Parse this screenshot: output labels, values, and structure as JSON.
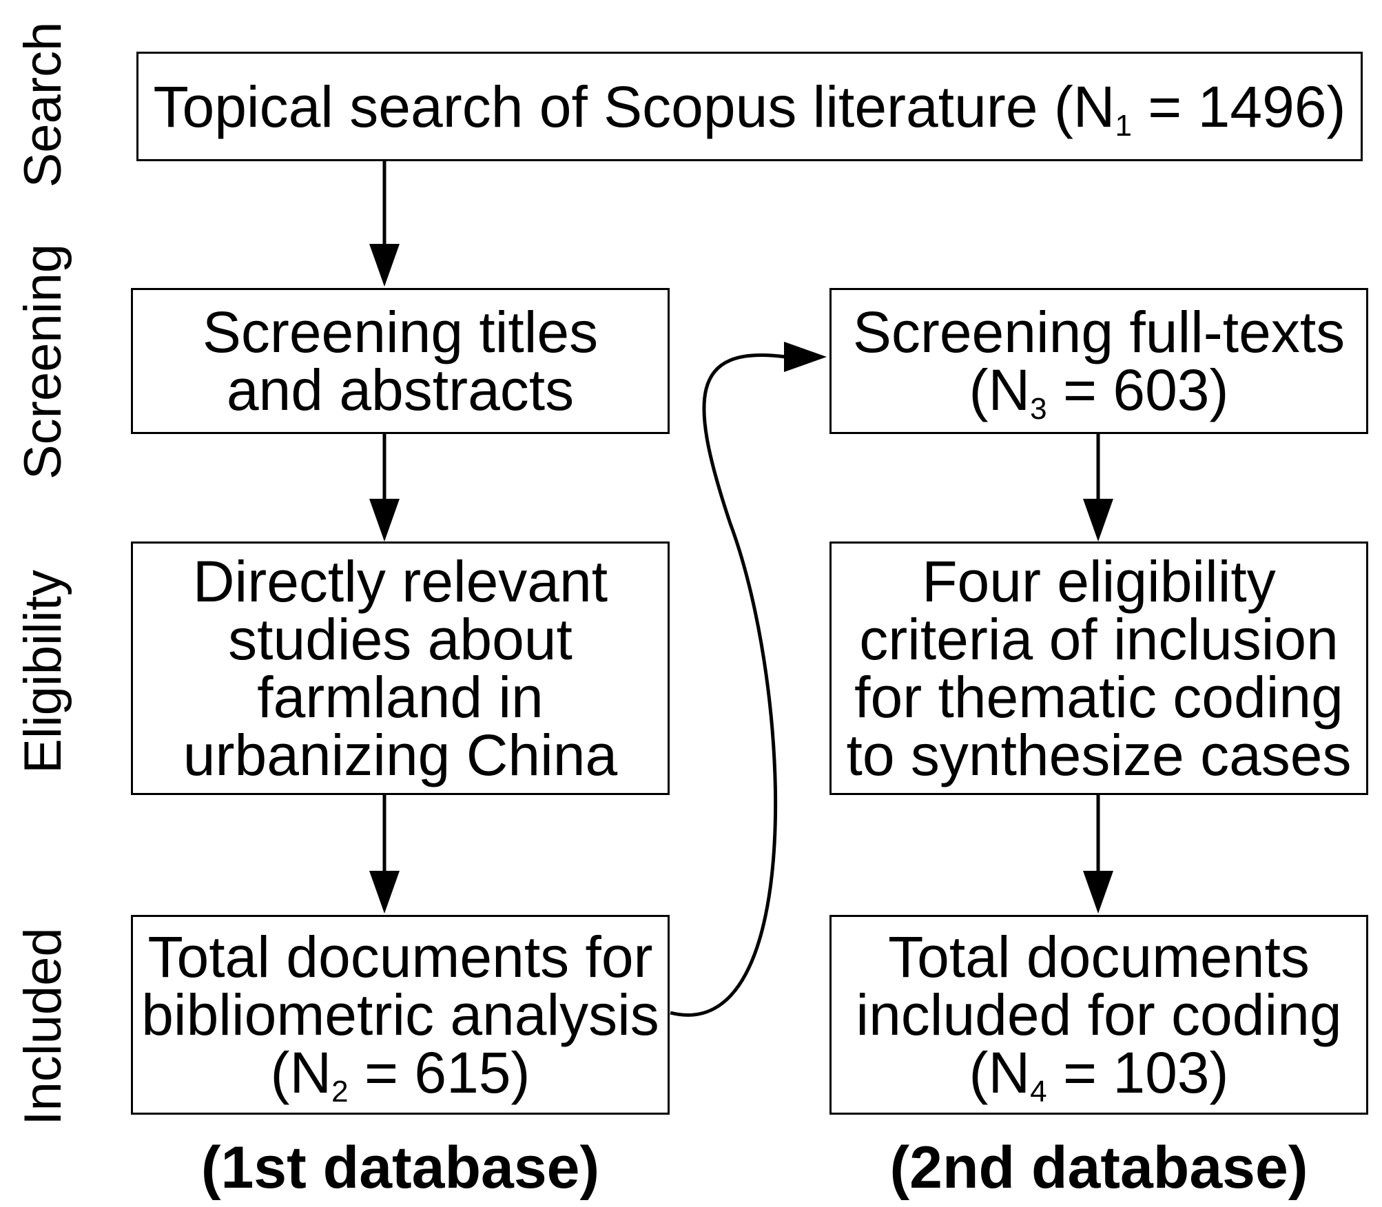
{
  "stages": [
    "Search",
    "Screening",
    "Eligibility",
    "Included"
  ],
  "boxes": {
    "search": {
      "text": "Topical search of Scopus literature (N",
      "sub": "1",
      "tail": " = 1496)"
    },
    "screen_titles": {
      "line1": "Screening titles",
      "line2": "and abstracts"
    },
    "directly_relevant": {
      "line1": "Directly relevant",
      "line2": "studies about",
      "line3": "farmland in",
      "line4": "urbanizing China"
    },
    "total_biblio": {
      "line1": "Total documents for",
      "line2": "bibliometric analysis",
      "pre": "(N",
      "sub": "2",
      "tail": " = 615)"
    },
    "screen_full": {
      "line1": "Screening full-texts",
      "pre": "(N",
      "sub": "3",
      "tail": " = 603)"
    },
    "four_criteria": {
      "line1": "Four eligibility",
      "line2": "criteria of inclusion",
      "line3": "for thematic coding",
      "line4": "to synthesize cases"
    },
    "total_coding": {
      "line1": "Total documents",
      "line2": "included for coding",
      "pre": "(N",
      "sub": "4",
      "tail": " = 103)"
    }
  },
  "databases": [
    "(1st database)",
    "(2nd database)"
  ]
}
